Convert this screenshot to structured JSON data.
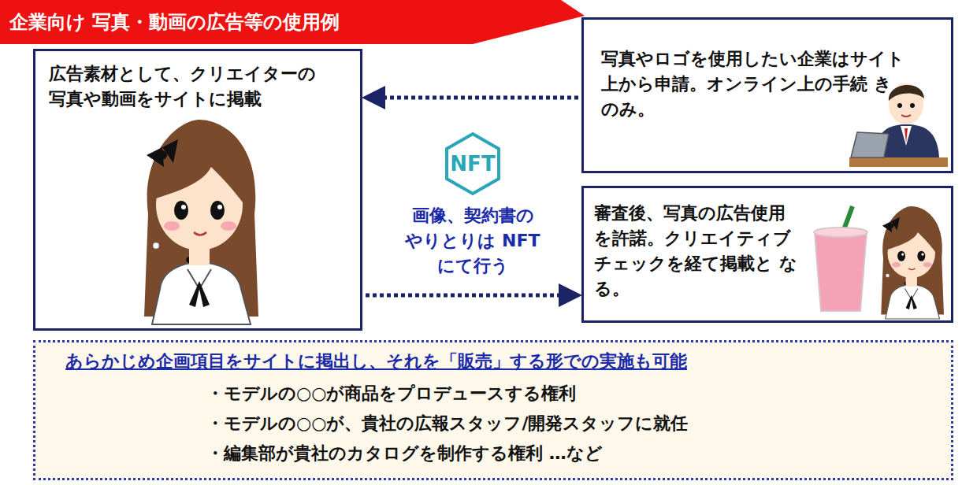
{
  "diagram": {
    "title": "企業向け 写真・動画の広告等の使用例",
    "nodes": [
      {
        "text": [
          "広告素材として、クリエイターの 写真や動画をサイトに掲載"
        ]
      },
      {
        "text": [
          "写真やロゴを使用したい企業はサイト 上から申請。オンライン上の手続 きのみ。"
        ]
      },
      {
        "text": [
          "審査後、写真の広告使用 を許諾。クリエイティブ チェックを経て掲載と なる。"
        ]
      },
      {
        "text": [
          "あらかじめ企画項目をサイトに掲出し、それを「販売」する形での実施も可能",
          "・モデルの○○が商品をプロデュースする権利",
          "・モデルの○○が、貴社の広報スタッフ/開発スタッフに就任",
          "・編集部が貴社のカタログを制作する権利 …など"
        ]
      }
    ],
    "edges": [
      {
        "from": 1,
        "to": 0,
        "arrow": "to"
      },
      {
        "from": 0,
        "to": 2,
        "arrow": "to"
      }
    ],
    "labels": [
      "NFT",
      "画像、契約書の やりとりは NFTにて行う"
    ]
  }
}
